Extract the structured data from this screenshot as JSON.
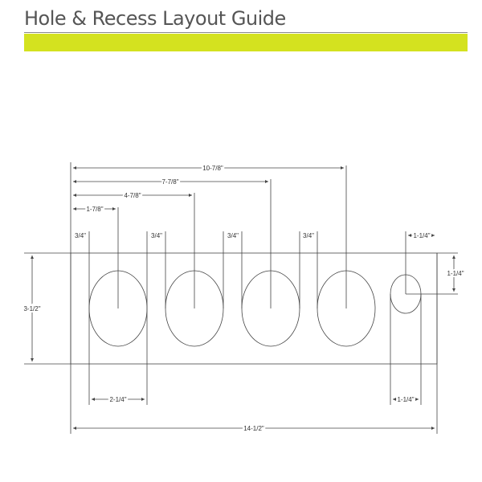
{
  "header": {
    "title": "Hole & Recess Layout Guide",
    "accent_color": "#d4e21f",
    "rule_color": "#8a8a8a"
  },
  "diagram": {
    "line_color": "#444444",
    "dimensions": {
      "overall_length": "14-1/2\"",
      "overall_height": "3-1/2\"",
      "first_hole_center": "1-7/8\"",
      "second_hole_center": "4-7/8\"",
      "third_hole_center": "7-7/8\"",
      "fourth_hole_center": "10-7/8\"",
      "large_hole_gap_1": "3/4\"",
      "large_hole_gap_2": "3/4\"",
      "large_hole_gap_3": "3/4\"",
      "large_hole_gap_4": "3/4\"",
      "small_hole_offset": "1-1/4\"",
      "small_hole_height": "1-1/4\"",
      "large_hole_diameter": "2-1/4\"",
      "small_hole_diameter": "1-1/4\""
    }
  }
}
